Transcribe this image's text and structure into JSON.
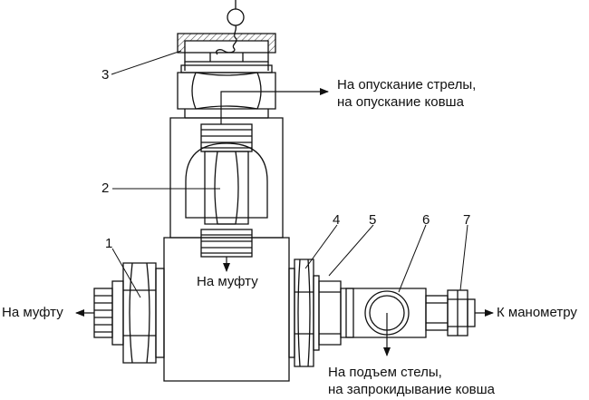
{
  "labels": {
    "up_line1": "На опускание стрелы,",
    "up_line2": "на опускание ковша",
    "to_clutch_center": "На муфту",
    "to_clutch_left": "На муфту",
    "to_gauge": "К манометру",
    "bottom_line1": "На подъем стелы,",
    "bottom_line2": "на запрокидывание  ковша"
  },
  "callouts": {
    "n1": "1",
    "n2": "2",
    "n3": "3",
    "n4": "4",
    "n5": "5",
    "n6": "6",
    "n7": "7"
  },
  "colors": {
    "stroke": "#111111",
    "hatch": "#555555",
    "background": "#ffffff"
  }
}
